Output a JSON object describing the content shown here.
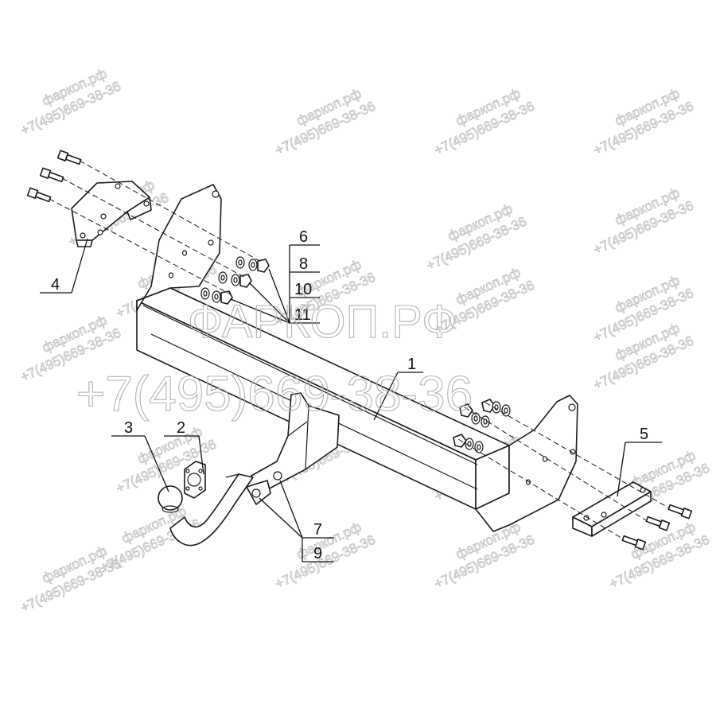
{
  "watermark": {
    "big_line_1": "ФАРКОП.РФ",
    "big_line_2": "+7(495)669-38-36",
    "small_site": "фаркоп.рф",
    "small_phone": "+7(495)669-38-36"
  },
  "callouts": [
    {
      "id": "1",
      "label": "1"
    },
    {
      "id": "2",
      "label": "2"
    },
    {
      "id": "3",
      "label": "3"
    },
    {
      "id": "4",
      "label": "4"
    },
    {
      "id": "5",
      "label": "5"
    },
    {
      "id": "6",
      "label": "6"
    },
    {
      "id": "7",
      "label": "7"
    },
    {
      "id": "8",
      "label": "8"
    },
    {
      "id": "9",
      "label": "9"
    },
    {
      "id": "10",
      "label": "10"
    },
    {
      "id": "11",
      "label": "11"
    }
  ]
}
